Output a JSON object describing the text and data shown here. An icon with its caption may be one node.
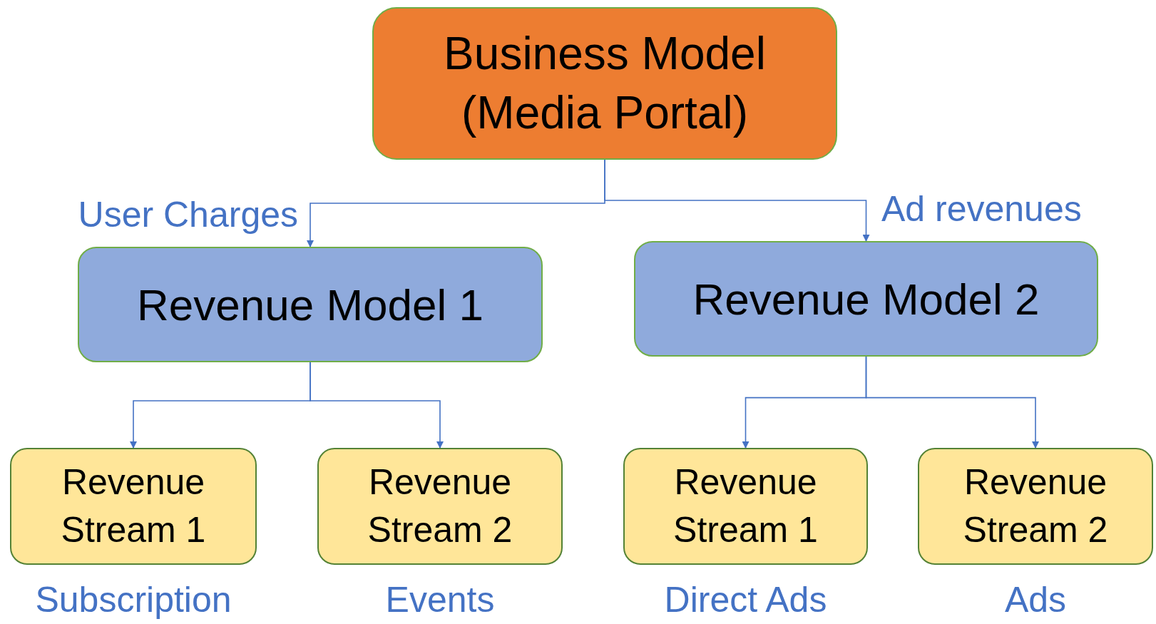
{
  "diagram": {
    "nodes": [
      {
        "text": [
          "Business Model (Media Portal)"
        ]
      },
      {
        "text": [
          "Revenue Model 1"
        ]
      },
      {
        "text": [
          "Revenue Model 2"
        ]
      },
      {
        "text": [
          "Revenue Stream 1"
        ],
        "beside": [
          "Subscription"
        ]
      },
      {
        "text": [
          "Revenue Stream 2"
        ],
        "beside": [
          "Events"
        ]
      },
      {
        "text": [
          "Revenue Stream 1"
        ],
        "beside": [
          "Direct Ads"
        ]
      },
      {
        "text": [
          "Revenue Stream 2"
        ],
        "beside": [
          "Ads"
        ]
      }
    ],
    "edges": [
      {
        "from": 0,
        "to": 1,
        "arrow": "to",
        "label": "User Charges"
      },
      {
        "from": 0,
        "to": 2,
        "arrow": "to",
        "label": "Ad revenues"
      },
      {
        "from": 1,
        "to": 3,
        "arrow": "to"
      },
      {
        "from": 1,
        "to": 4,
        "arrow": "to"
      },
      {
        "from": 2,
        "to": 5,
        "arrow": "to"
      },
      {
        "from": 2,
        "to": 6,
        "arrow": "to"
      }
    ]
  }
}
